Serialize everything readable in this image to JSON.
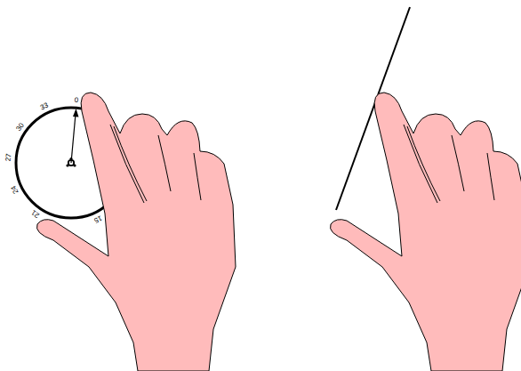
{
  "diagram": {
    "labels": [
      "0",
      "33",
      "30",
      "27",
      "24",
      "21",
      "15"
    ]
  }
}
